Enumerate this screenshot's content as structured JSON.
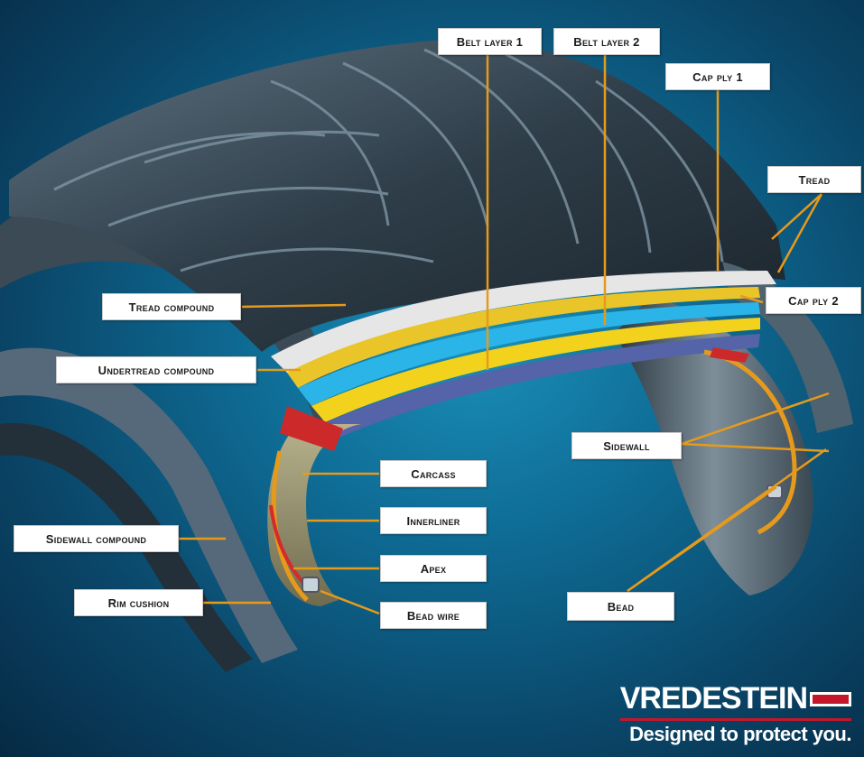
{
  "labels": {
    "belt_layer_1": "Belt layer 1",
    "belt_layer_2": "Belt layer 2",
    "cap_ply_1": "Cap ply 1",
    "tread": "Tread",
    "cap_ply_2": "Cap ply 2",
    "tread_compound": "Tread compound",
    "undertread_compound": "Undertread compound",
    "sidewall": "Sidewall",
    "carcass": "Carcass",
    "innerliner": "Innerliner",
    "sidewall_compound": "Sidewall compound",
    "apex": "Apex",
    "rim_cushion": "Rim cushion",
    "bead_wire": "Bead wire",
    "bead": "Bead"
  },
  "logo": {
    "brand": "VREDESTEIN",
    "tagline": "Designed to protect you."
  },
  "colors": {
    "background": "#0e6a93",
    "leader": "#e69a1c",
    "brand_accent": "#c3172c"
  }
}
